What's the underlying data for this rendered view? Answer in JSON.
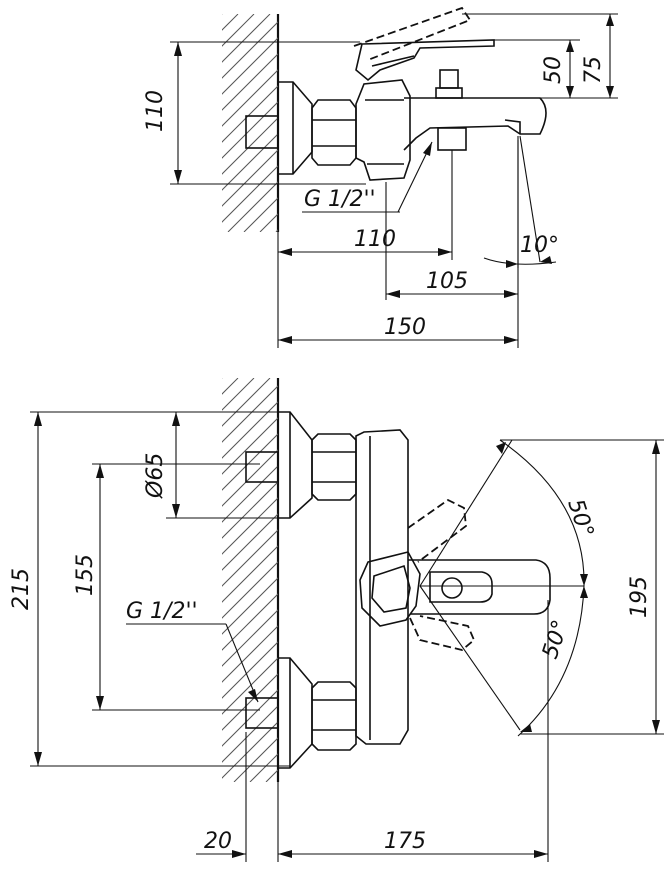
{
  "top_view": {
    "dims": {
      "height_110": "110",
      "lever_50": "50",
      "lever_75": "75",
      "thread": "G 1/2''",
      "len_110": "110",
      "len_105": "105",
      "len_150": "150",
      "angle_10": "10°"
    }
  },
  "front_view": {
    "dims": {
      "height_215": "215",
      "spacing_155": "155",
      "dia_65": "Ø65",
      "thread": "G 1/2''",
      "angle_50_upper": "50°",
      "angle_50_lower": "50°",
      "height_195": "195",
      "wall_20": "20",
      "depth_175": "175"
    }
  }
}
